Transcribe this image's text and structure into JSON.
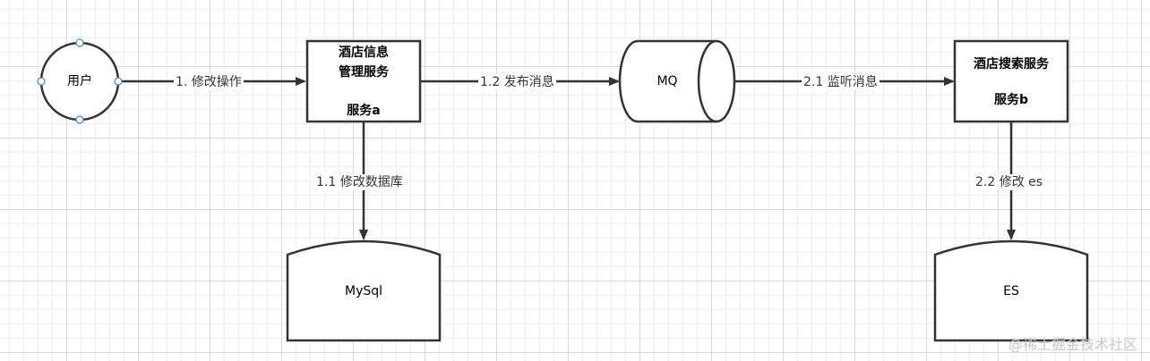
{
  "nodes": {
    "user": {
      "label": "用户"
    },
    "service_a": {
      "line1": "酒店信息",
      "line2": "管理服务",
      "line3": "服务a"
    },
    "mq": {
      "label": "MQ"
    },
    "service_b": {
      "line1": "酒店搜索服务",
      "line2": "服务b"
    },
    "mysql": {
      "label": "MySql"
    },
    "es": {
      "label": "ES"
    }
  },
  "edges": {
    "e1": "1. 修改操作",
    "e11": "1.1 修改数据库",
    "e12": "1.2 发布消息",
    "e21": "2.1 监听消息",
    "e22": "2.2 修改 es"
  },
  "watermark": "@稀土掘金技术社区",
  "colors": {
    "stroke": "#333333",
    "handle": "#4a86c7"
  }
}
